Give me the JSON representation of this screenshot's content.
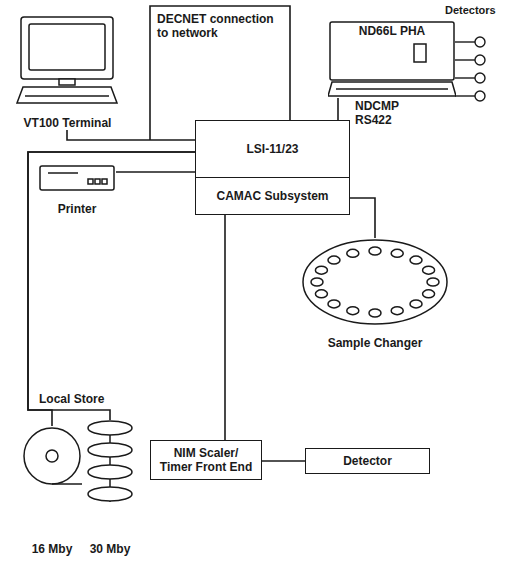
{
  "diagram": {
    "nodes": [
      {
        "text": [
          "VT100 Terminal"
        ]
      },
      {
        "text": [
          "ND66L PHA"
        ]
      },
      {
        "text": [
          "Printer"
        ]
      },
      {
        "text": [
          "LSI-11/23"
        ]
      },
      {
        "text": [
          "CAMAC Subsystem"
        ]
      },
      {
        "text": [
          "Sample Changer"
        ]
      },
      {
        "text": [
          "16 Mby"
        ]
      },
      {
        "text": [
          "30 Mby"
        ]
      },
      {
        "text": [
          "NIM Scaler/ Timer Front End"
        ]
      },
      {
        "text": [
          "Detector"
        ]
      }
    ],
    "edges": [
      {
        "from": 0,
        "to": 3,
        "arrow": "none"
      },
      {
        "from": 2,
        "to": 3,
        "arrow": "none"
      },
      {
        "from": 1,
        "to": 3,
        "label": "NDCMP RS422",
        "arrow": "none"
      },
      {
        "from": 4,
        "to": 5,
        "arrow": "none"
      },
      {
        "from": 4,
        "to": 8,
        "arrow": "none"
      },
      {
        "from": 8,
        "to": 9,
        "arrow": "none"
      },
      {
        "from": 3,
        "to": 6,
        "arrow": "none"
      },
      {
        "from": 3,
        "to": 7,
        "arrow": "none"
      }
    ],
    "labels": [
      "DECNET connection to network",
      "Detectors",
      "Local Store"
    ]
  }
}
